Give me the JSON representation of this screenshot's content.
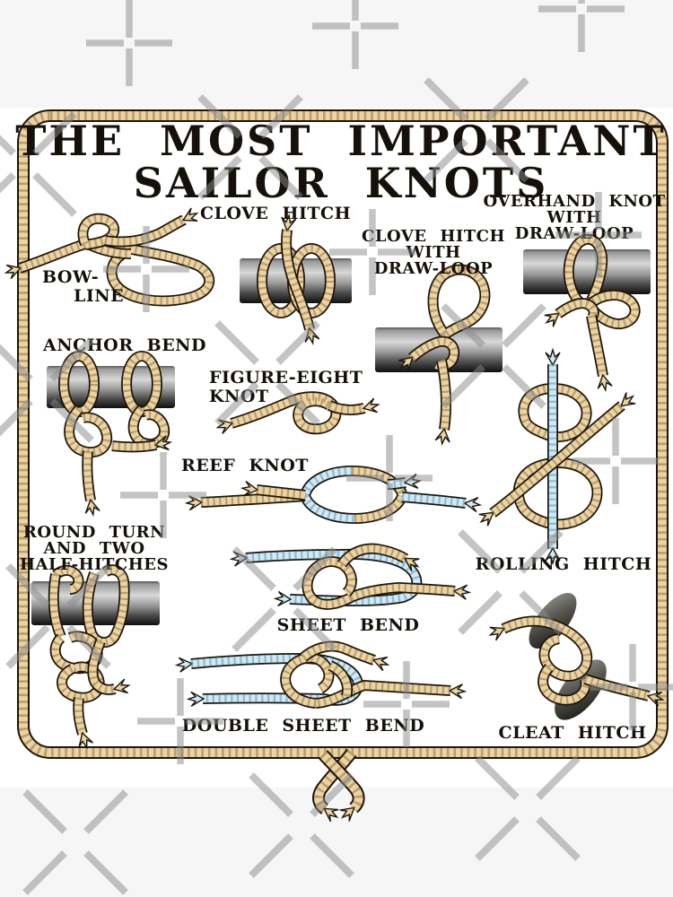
{
  "poster": {
    "title_lines": [
      "THE MOST IMPORTANT",
      "SAILOR KNOTS"
    ],
    "knots": [
      {
        "id": "bowline",
        "lines": [
          "BOW-",
          "LINE"
        ]
      },
      {
        "id": "clove-hitch",
        "lines": [
          "CLOVE HITCH"
        ]
      },
      {
        "id": "clove-hitch-with-draw-loop",
        "lines": [
          "CLOVE HITCH",
          "WITH",
          "DRAW-LOOP"
        ]
      },
      {
        "id": "overhand-knot-with-draw-loop",
        "lines": [
          "OVERHAND KNOT",
          "WITH",
          "DRAW-LOOP"
        ]
      },
      {
        "id": "anchor-bend",
        "lines": [
          "ANCHOR BEND"
        ]
      },
      {
        "id": "figure-eight-knot",
        "lines": [
          "FIGURE-EIGHT",
          "KNOT"
        ]
      },
      {
        "id": "reef-knot",
        "lines": [
          "REEF KNOT"
        ]
      },
      {
        "id": "round-turn-and-two-half-hitches",
        "lines": [
          "ROUND TURN",
          "AND TWO",
          "HALF-HITCHES"
        ]
      },
      {
        "id": "sheet-bend",
        "lines": [
          "SHEET BEND"
        ]
      },
      {
        "id": "double-sheet-bend",
        "lines": [
          "DOUBLE SHEET BEND"
        ]
      },
      {
        "id": "rolling-hitch",
        "lines": [
          "ROLLING HITCH"
        ]
      },
      {
        "id": "cleat-hitch",
        "lines": [
          "CLEAT HITCH"
        ]
      }
    ],
    "colors": {
      "rope-tan": "#ecd3a2",
      "rope-tan-shade": "#8a6a33",
      "rope-blue": "#cfe9f6",
      "rope-blue-shade": "#5d93ad",
      "outline": "#1b150c",
      "text": "#15110a",
      "sheet": "#ffffff",
      "margin": "#f6f6f6",
      "watermark": "#8a8a8a",
      "pipe-light": "#d8d8d8",
      "pipe-dark": "#101010"
    }
  }
}
